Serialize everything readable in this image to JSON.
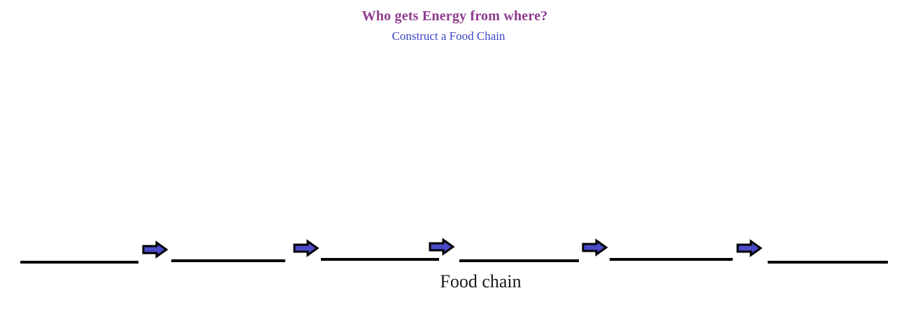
{
  "header": {
    "title": "Who gets Energy from where?",
    "subtitle": "Construct a Food Chain",
    "title_color": "#8e3a8e",
    "subtitle_color": "#3b44c4"
  },
  "worksheet": {
    "caption": "Food chain",
    "arrow_icon_name": "right-arrow-icon",
    "arrow_fill_color": "#4a4ac8",
    "arrow_outline_color": "#000000",
    "line_color": "#000000",
    "blanks": [
      {
        "name": "blank-line-1",
        "value": ""
      },
      {
        "name": "blank-line-2",
        "value": ""
      },
      {
        "name": "blank-line-3",
        "value": ""
      },
      {
        "name": "blank-line-4",
        "value": ""
      },
      {
        "name": "blank-line-5",
        "value": ""
      },
      {
        "name": "blank-line-6",
        "value": ""
      }
    ],
    "arrow_count": 5
  }
}
